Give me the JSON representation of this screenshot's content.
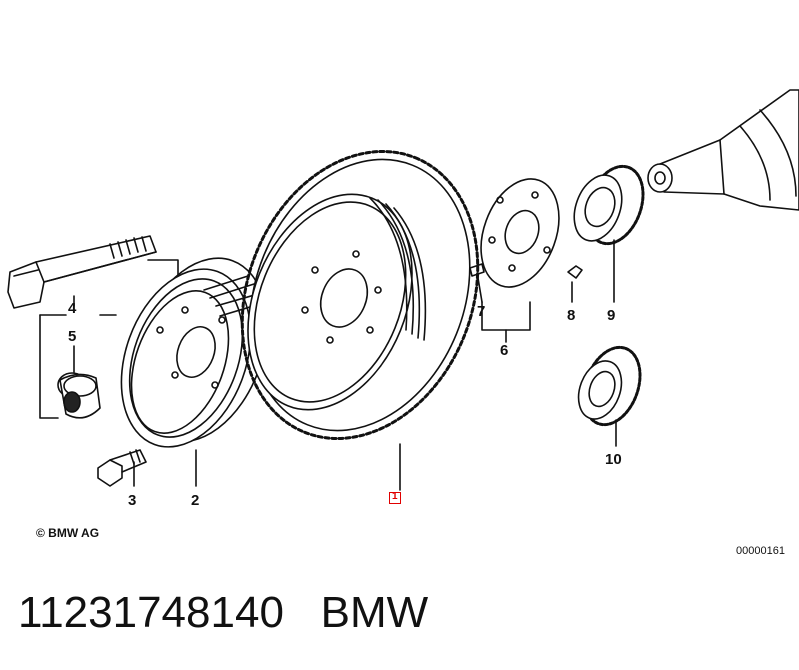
{
  "diagram": {
    "callouts": {
      "c1": "1",
      "c2": "2",
      "c3": "3",
      "c4": "4",
      "c5": "5",
      "c6": "6",
      "c7": "7",
      "c8": "8",
      "c9": "9",
      "c10": "10"
    },
    "copyright": "© BMW AG",
    "drawing_code": "00000161",
    "highlight_color": "#e00000"
  },
  "caption": {
    "part_number": "11231748140",
    "brand": "BMW"
  }
}
